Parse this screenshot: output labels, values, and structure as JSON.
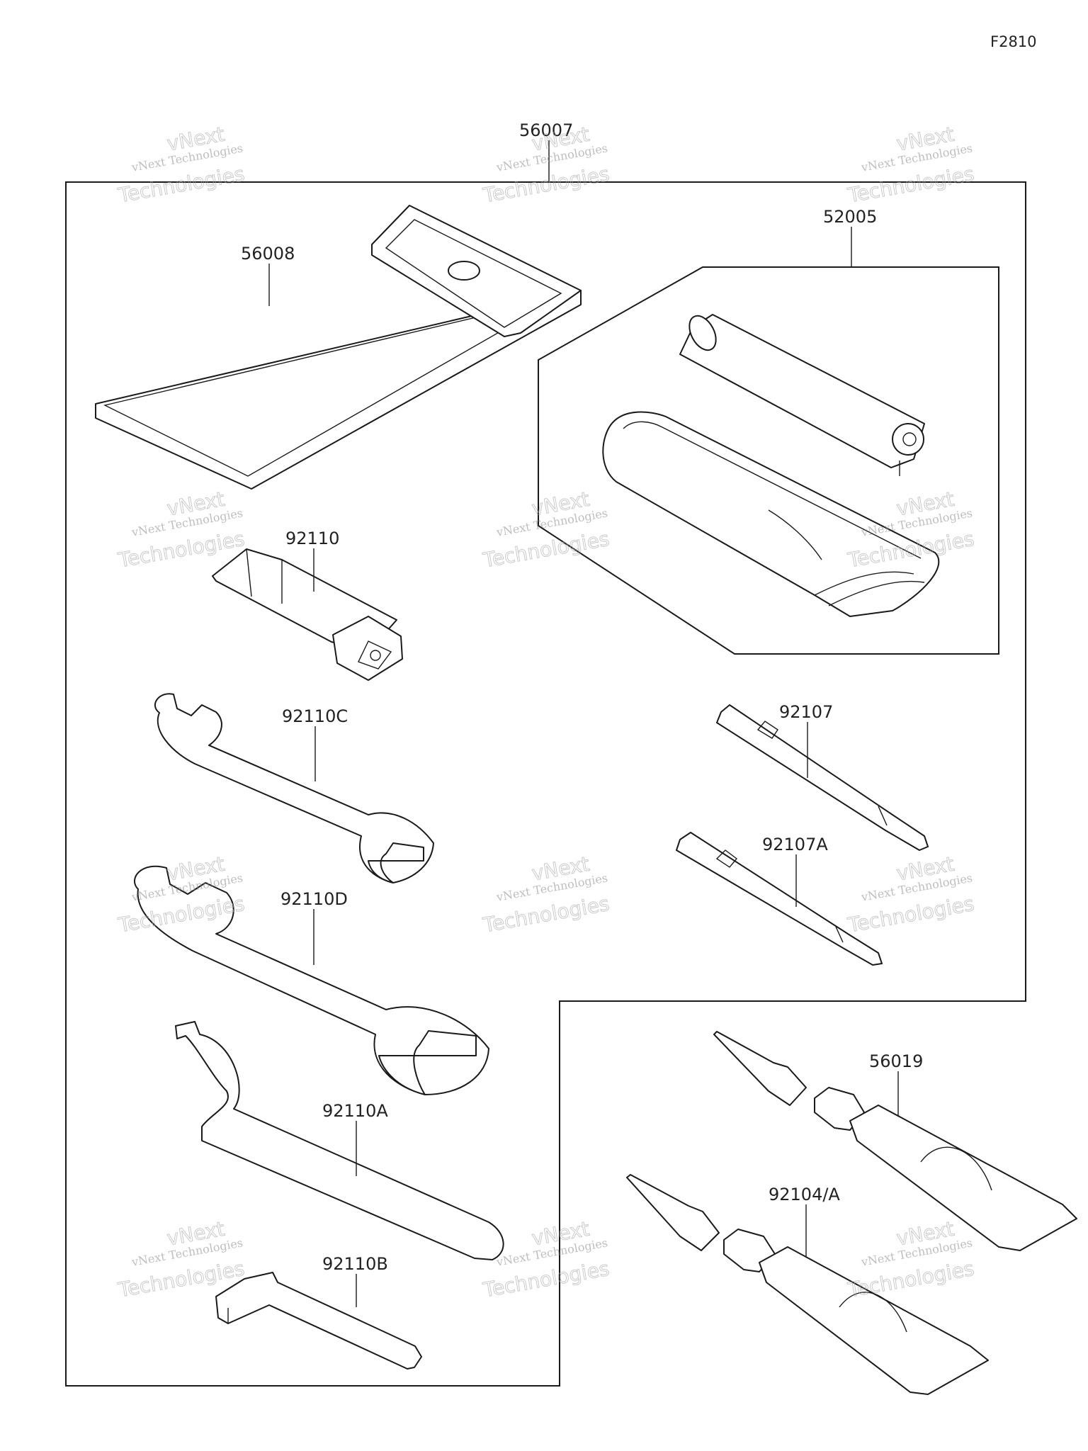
{
  "figure_code": "F2810",
  "watermark": {
    "line1": "vNext Technologies",
    "line2": "vNext",
    "line3": "Technologies"
  },
  "parts": {
    "kit": "56007",
    "pouch": "56008",
    "tire_tool_kit": "52005",
    "plug_wrench": "92110",
    "wrench_c": "92110C",
    "wrench_d": "92110D",
    "hook_wrench": "92110A",
    "hex_wrench": "92110B",
    "screwdriver": "92107",
    "screwdriver_a": "92107A",
    "tube_1": "56019",
    "tube_2": "92104/A"
  }
}
